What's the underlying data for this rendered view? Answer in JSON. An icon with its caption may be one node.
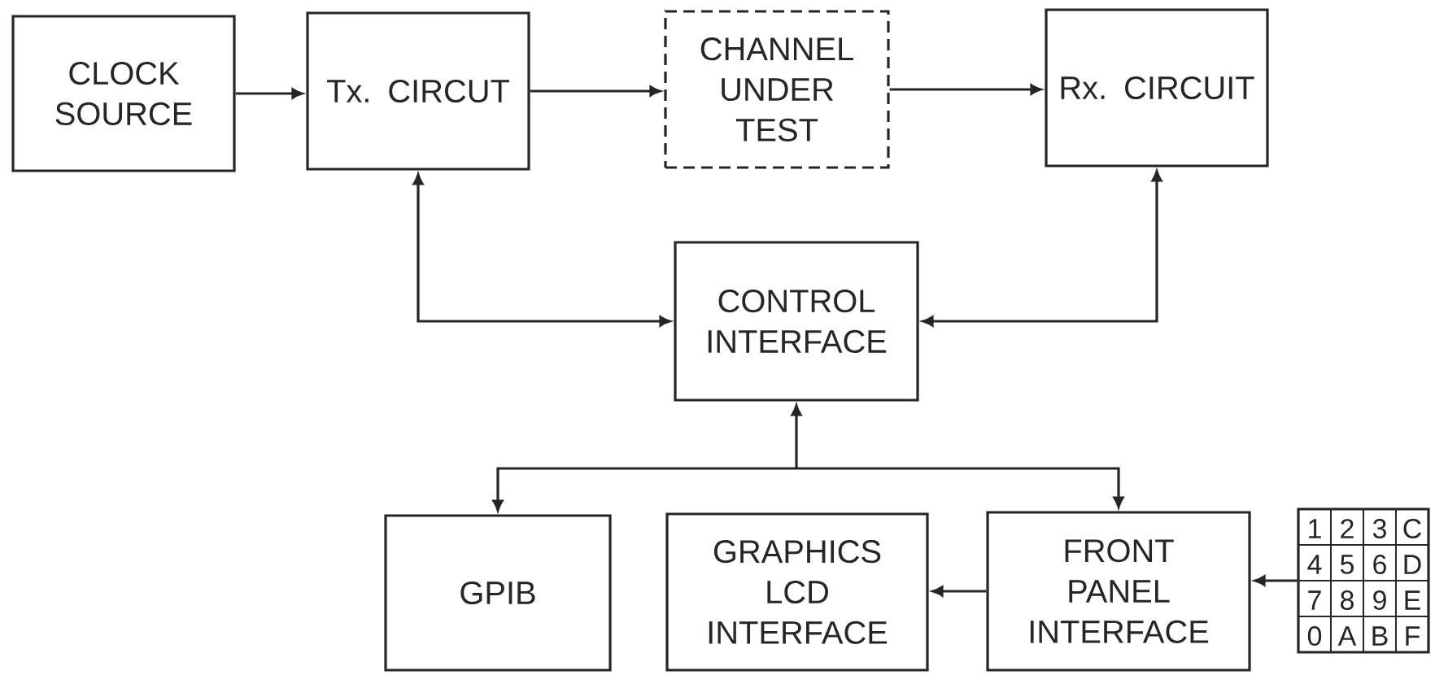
{
  "diagram": {
    "nodes": [
      {
        "text": [
          "CLOCK SOURCE"
        ]
      },
      {
        "text": [
          "Tx. CIRCUT"
        ]
      },
      {
        "text": [
          "CHANNEL UNDER TEST"
        ]
      },
      {
        "text": [
          "Rx. CIRCUIT"
        ]
      },
      {
        "text": [
          "CONTROL INTERFACE"
        ]
      },
      {
        "text": [
          "GPIB"
        ]
      },
      {
        "text": [
          "GRAPHICS LCD INTERFACE"
        ]
      },
      {
        "text": [
          "FRONT PANEL INTERFACE"
        ]
      },
      {
        "text": [
          "1",
          "2",
          "3",
          "C",
          "4",
          "5",
          "6",
          "D",
          "7",
          "8",
          "9",
          "E",
          "0",
          "A",
          "B",
          "F"
        ]
      }
    ],
    "edges": [
      {
        "from": 0,
        "to": 1,
        "arrow": "to"
      },
      {
        "from": 1,
        "to": 2,
        "arrow": "to"
      },
      {
        "from": 2,
        "to": 3,
        "arrow": "to"
      },
      {
        "from": 4,
        "to": 1,
        "arrow": "both"
      },
      {
        "from": 4,
        "to": 3,
        "arrow": "both"
      },
      {
        "from": 4,
        "to": 5,
        "arrow": "both"
      },
      {
        "from": 4,
        "to": 7,
        "arrow": "both"
      },
      {
        "from": 7,
        "to": 6,
        "arrow": "to"
      },
      {
        "from": 8,
        "to": 7,
        "arrow": "to"
      }
    ]
  }
}
